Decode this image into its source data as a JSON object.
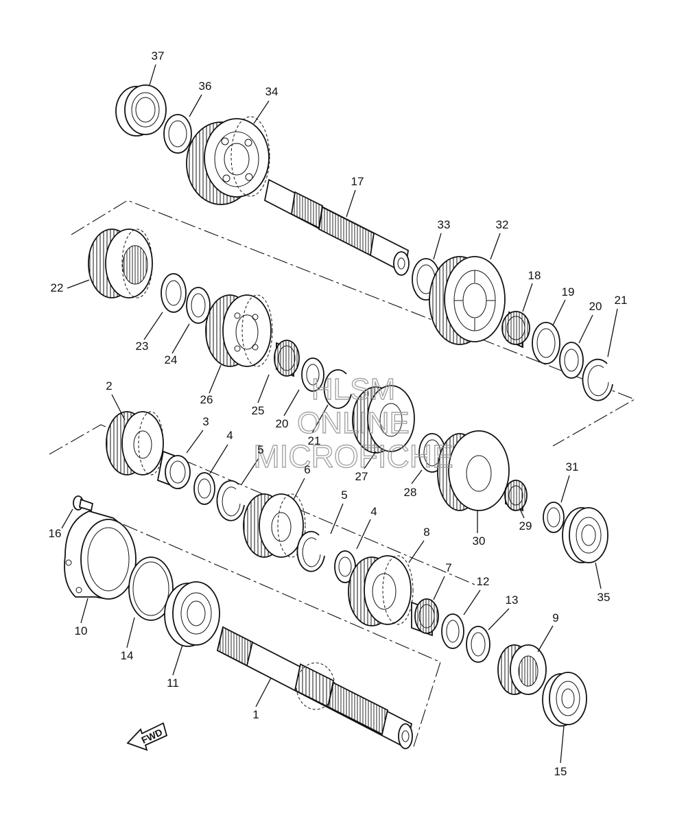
{
  "labels": [
    "1",
    "2",
    "3",
    "4",
    "4",
    "5",
    "5",
    "6",
    "7",
    "8",
    "9",
    "10",
    "11",
    "12",
    "13",
    "14",
    "15",
    "16",
    "17",
    "18",
    "19",
    "20",
    "20",
    "21",
    "21",
    "22",
    "23",
    "24",
    "25",
    "26",
    "27",
    "28",
    "29",
    "30",
    "31",
    "32",
    "33",
    "34",
    "35",
    "36",
    "37"
  ],
  "watermark": {
    "line1": "HLSM",
    "line2": "ONLINE",
    "line3": "MICROFICHE"
  },
  "fwd_label": "FWD"
}
